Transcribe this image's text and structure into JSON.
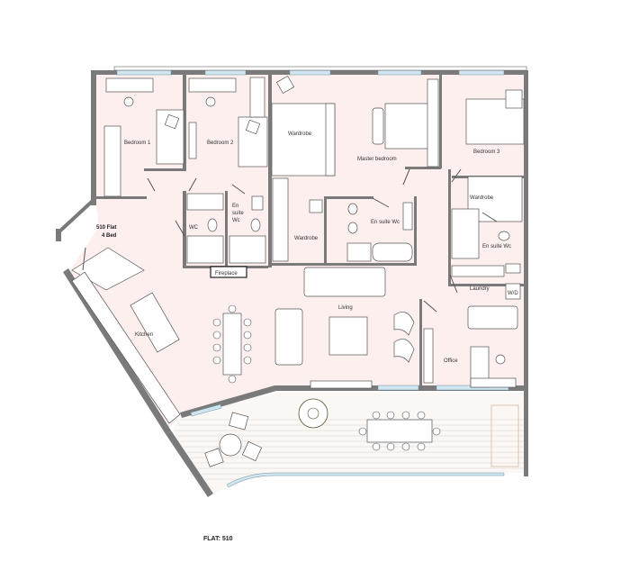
{
  "plan": {
    "flat_caption": "FLAT: 510",
    "tag_line1": "510  Flat",
    "tag_line2": "4 Bed",
    "rooms": {
      "bedroom1": "Bedroom 1",
      "bedroom2": "Bedroom 2",
      "wardrobe1": "Wardrobe",
      "master": "Master bedroom",
      "bedroom3": "Bedroom 3",
      "wc": "WC",
      "ensuite1_l1": "En",
      "ensuite1_l2": "suite",
      "ensuite1_l3": "Wc",
      "wardrobe2": "Wardrobe",
      "ensuite2": "En suite Wc",
      "wardrobe3": "Wardrobe",
      "ensuite3": "En suite Wc",
      "fireplace": "Fireplace",
      "laundry": "Laundry",
      "wd": "W/D",
      "living": "Living",
      "kitchen": "Kitchen",
      "office": "Office"
    },
    "colors": {
      "floor": "#fcefee",
      "wall": "#7a7a7a",
      "window": "#cfe6f0"
    }
  }
}
